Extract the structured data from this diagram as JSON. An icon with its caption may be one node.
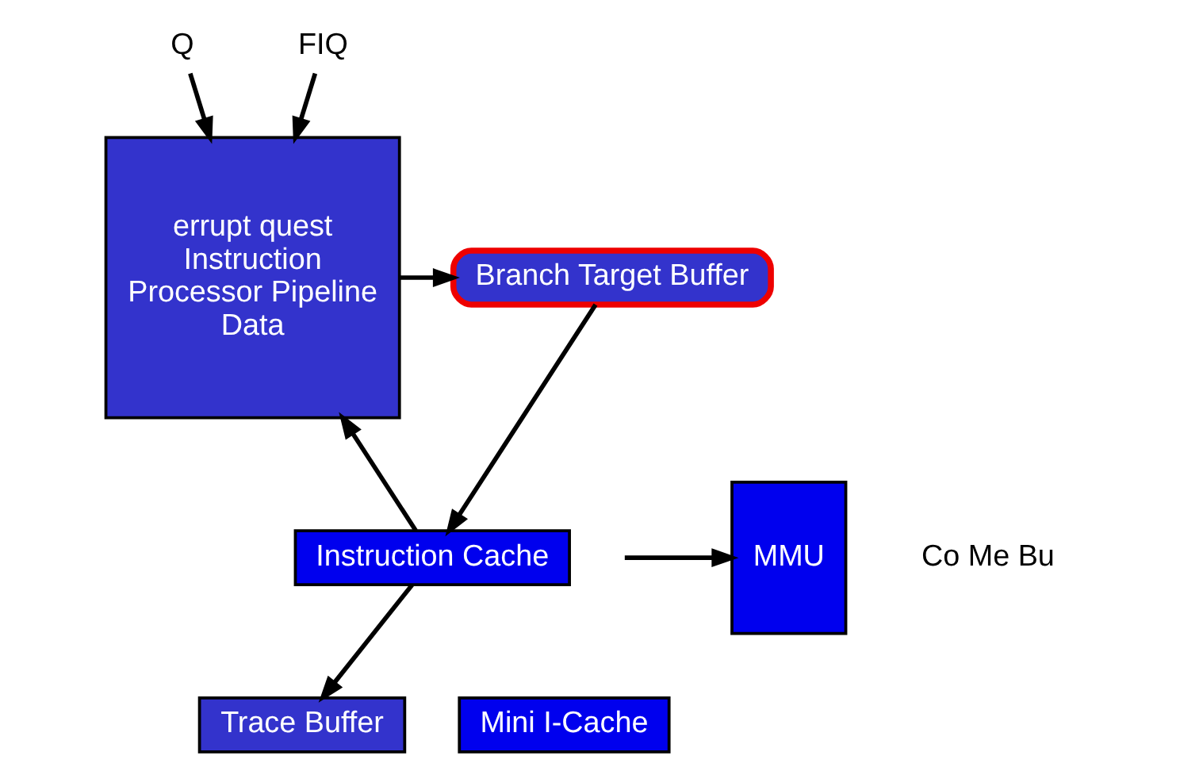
{
  "diagram": {
    "nodes": [
      {
        "text": [
          "errupt quest",
          "Instruction",
          "Processor Pipeline",
          "Data"
        ]
      },
      {
        "text": [
          "Branch Target Buffer"
        ]
      },
      {
        "text": [
          "Trace Buffer"
        ]
      },
      {
        "text": [
          "Instruction Cache"
        ]
      },
      {
        "text": [
          "Mini I-Cache"
        ]
      },
      {
        "text": [
          "MMU"
        ]
      },
      {
        "text": [
          "Q"
        ]
      },
      {
        "text": [
          "FIQ"
        ]
      }
    ],
    "edges": [
      {
        "from": 6,
        "to": 0,
        "arrow": "to"
      },
      {
        "from": 7,
        "to": 0,
        "arrow": "to"
      },
      {
        "from": 0,
        "to": 1,
        "arrow": "to"
      },
      {
        "from": 1,
        "to": 3,
        "arrow": "to"
      },
      {
        "from": 3,
        "to": 0,
        "arrow": "to"
      },
      {
        "from": 3,
        "to": 2,
        "arrow": "to"
      },
      {
        "from": null,
        "to": 5,
        "arrow": "to"
      }
    ],
    "labels": [
      "Co Me Bu"
    ]
  }
}
